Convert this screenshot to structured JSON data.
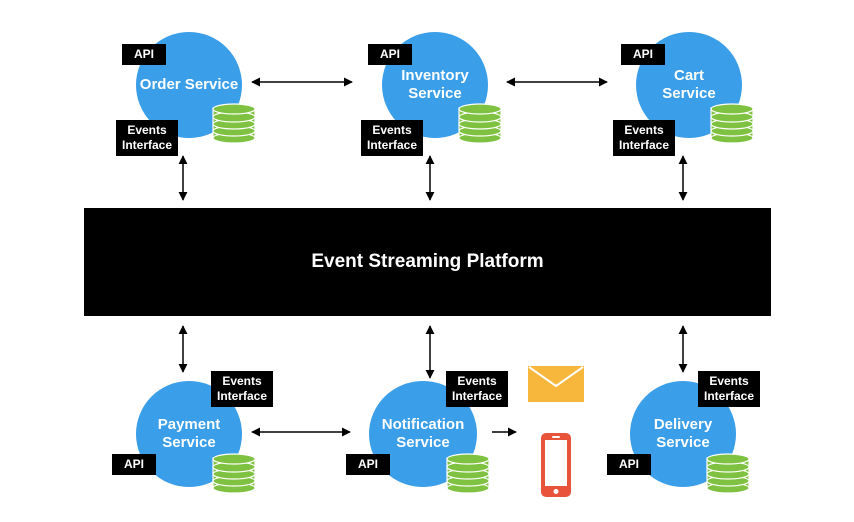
{
  "platform": {
    "label": "Event Streaming Platform"
  },
  "tags": {
    "api": "API",
    "events": "Events\nInterface"
  },
  "services": {
    "order": "Order Service",
    "inventory": "Inventory\nService",
    "cart": "Cart\nService",
    "payment": "Payment\nService",
    "notification": "Notification\nService",
    "delivery": "Delivery\nService"
  },
  "icons": {
    "database": "database-icon",
    "envelope": "envelope-icon",
    "phone": "mobile-phone-icon"
  },
  "colors": {
    "service": "#3a9ee8",
    "database": "#7fc241",
    "envelope": "#f6b73c",
    "phone": "#e8533a",
    "platform": "#000000"
  }
}
